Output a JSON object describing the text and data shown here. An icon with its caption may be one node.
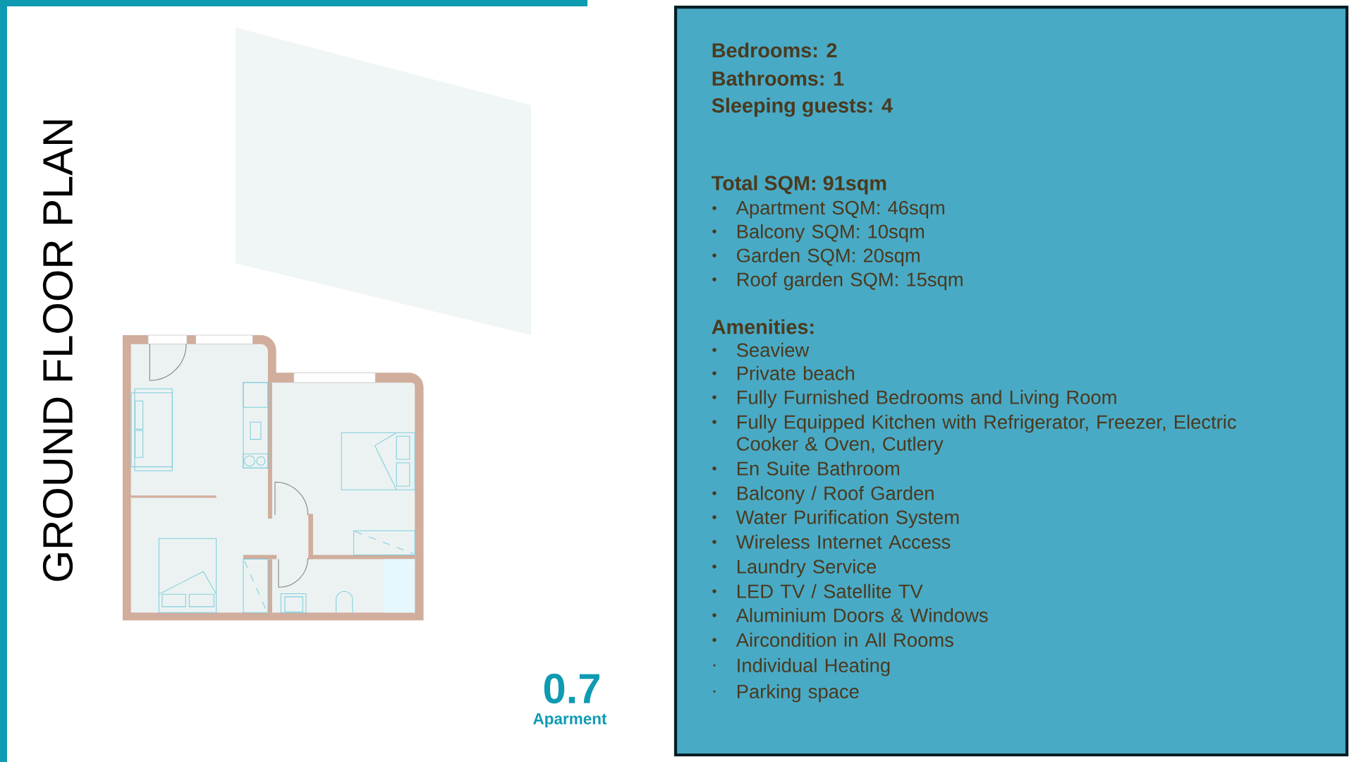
{
  "diagram": {
    "title": "GROUND FLOOR PLAN",
    "nodes": [
      {
        "text": [
          "Bedrooms: 2",
          "Bathrooms: 1",
          "Sleeping guests: 4",
          "Total SQM: 91sqm",
          "Apartment SQM: 46sqm",
          "Balcony SQM: 10sqm",
          "Garden SQM: 20sqm",
          "Roof garden SQM: 15sqm",
          "Amenities:",
          "Seaview",
          "Private beach",
          "Fully Furnished Bedrooms and Living Room",
          "Fully Equipped Kitchen with Refrigerator, Freezer, Electric Cooker & Oven, Cutlery",
          "En Suite Bathroom",
          "Balcony / Roof Garden",
          "Water Purification System",
          "Wireless Internet Access",
          "Laundry Service",
          "LED TV / Satellite TV",
          "Aluminium Doors & Windows",
          "Aircondition in All Rooms",
          "Individual Heating",
          "Parking space"
        ]
      }
    ],
    "labels": [
      "0.7",
      "Aparment"
    ]
  }
}
